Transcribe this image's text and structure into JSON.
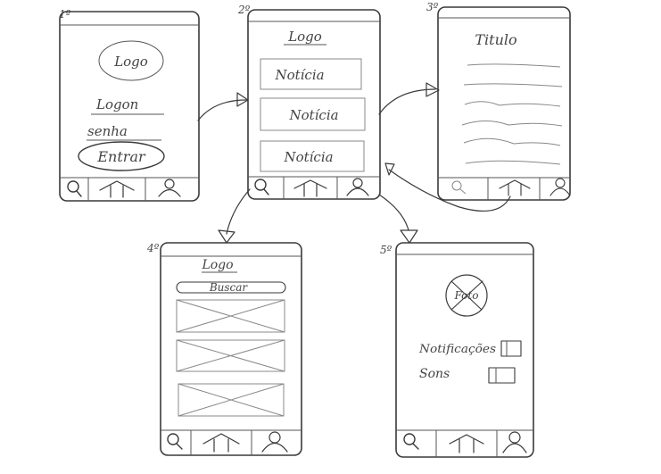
{
  "screens": {
    "s1": {
      "number": "1º",
      "logo": "Logo",
      "login": "Logon",
      "password": "senha",
      "button": "Entrar"
    },
    "s2": {
      "number": "2º",
      "logo": "Logo",
      "items": [
        "Notícia",
        "Notícia",
        "Notícia"
      ]
    },
    "s3": {
      "number": "3º",
      "title": "Titulo"
    },
    "s4": {
      "number": "4º",
      "logo": "Logo",
      "search": "Buscar"
    },
    "s5": {
      "number": "5º",
      "photo": "Foto",
      "option1": "Notificações",
      "option2": "Sons"
    }
  },
  "nav_icons": [
    "search-icon",
    "home-icon",
    "user-icon"
  ]
}
